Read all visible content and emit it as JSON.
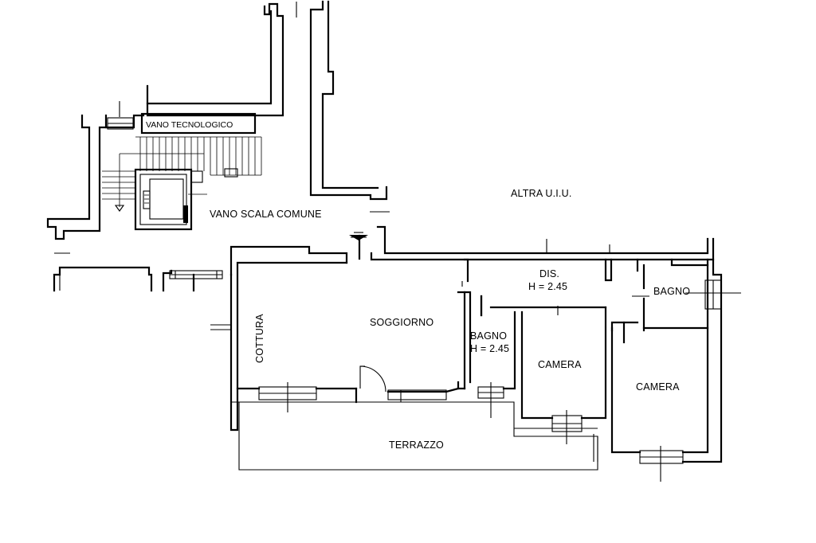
{
  "labels": {
    "vano_tecnologico": "VANO TECNOLOGICO",
    "vano_scala": "VANO SCALA COMUNE",
    "altra_uiu": "ALTRA U.I.U.",
    "cottura": "COTTURA",
    "soggiorno": "SOGGIORNO",
    "dis": "DIS.",
    "dis_height": "H = 2.45",
    "bagno_small": "BAGNO",
    "bagno_small_height": "H = 2.45",
    "bagno_right": "BAGNO",
    "camera_mid": "CAMERA",
    "camera_right": "CAMERA",
    "terrazzo": "TERRAZZO"
  }
}
